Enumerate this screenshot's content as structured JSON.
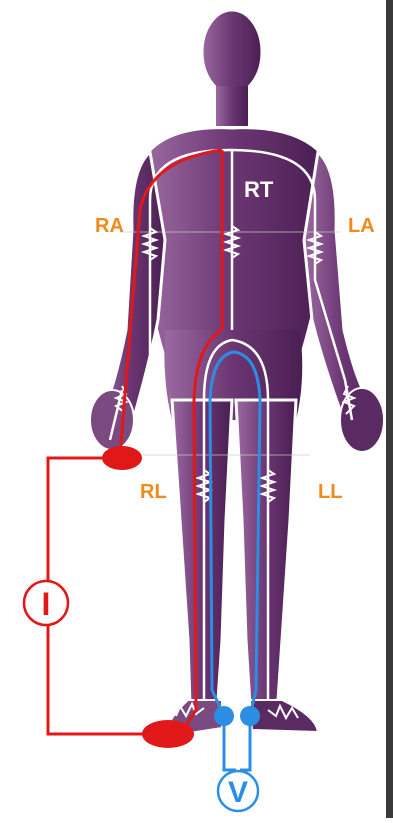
{
  "labels": {
    "ra": "RA",
    "la": "LA",
    "rt": "RT",
    "rl": "RL",
    "ll": "LL",
    "current_symbol": "I",
    "voltage_symbol": "V"
  },
  "colors": {
    "label_orange": "#f08a1c",
    "body_purple": "#5b2a63",
    "body_purple_light": "#8a4c8f",
    "current_red": "#e01818",
    "voltage_blue": "#2c8ee3",
    "edge_dark": "#3a3a3a"
  }
}
